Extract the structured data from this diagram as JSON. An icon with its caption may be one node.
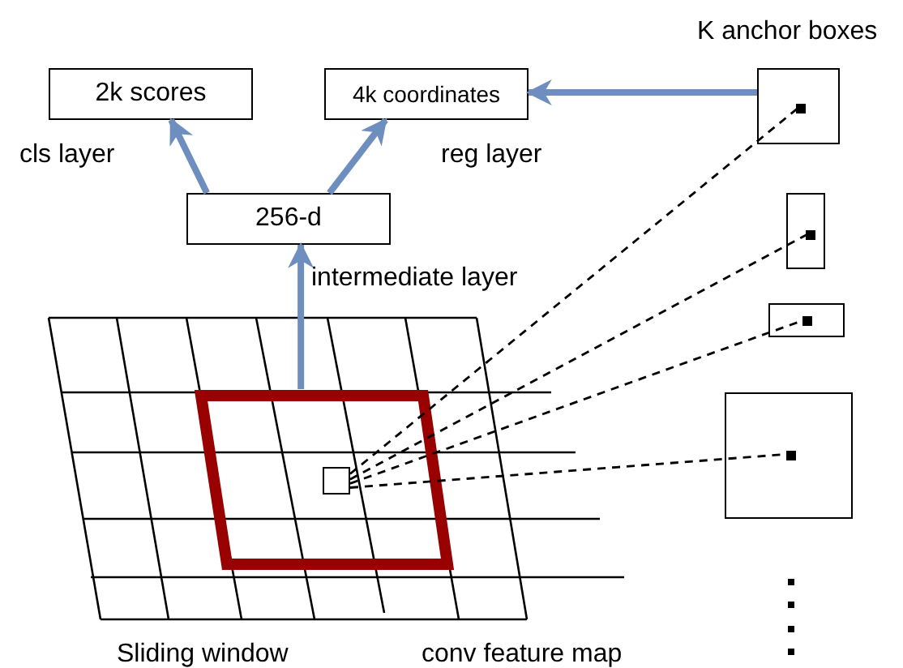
{
  "diagram": {
    "nodes": [
      {
        "text": [
          "2k scores"
        ]
      },
      {
        "text": [
          "4k coordinates"
        ]
      },
      {
        "text": [
          "256-d"
        ]
      },
      {
        "text": [],
        "shape": "picture",
        "beside": [
          "conv feature map"
        ]
      },
      {
        "text": [],
        "shape": "box",
        "in": 3,
        "beside": [
          "Sliding window"
        ]
      },
      {
        "text": [],
        "shape": "box",
        "in": 4
      },
      {
        "text": [],
        "shape": "box"
      },
      {
        "text": [],
        "shape": "box"
      },
      {
        "text": [],
        "shape": "box"
      },
      {
        "text": [],
        "shape": "box"
      }
    ],
    "edges": [
      {
        "from": 2,
        "to": 0,
        "arrow": "to",
        "label": "cls layer",
        "style": "thick",
        "color": "#6d8ebf"
      },
      {
        "from": 2,
        "to": 1,
        "arrow": "to",
        "label": "reg layer",
        "style": "thick",
        "color": "#6d8ebf"
      },
      {
        "from": 4,
        "to": 2,
        "arrow": "to",
        "label": "intermediate layer",
        "style": "thick",
        "color": "#6d8ebf"
      },
      {
        "from": 6,
        "to": 1,
        "arrow": "to",
        "style": "thick",
        "color": "#6d8ebf"
      },
      {
        "from": 5,
        "to": 6,
        "arrow": "none",
        "style": "dashed",
        "color": "#000000"
      },
      {
        "from": 5,
        "to": 7,
        "arrow": "none",
        "style": "dashed",
        "color": "#000000"
      },
      {
        "from": 5,
        "to": 8,
        "arrow": "none",
        "style": "dashed",
        "color": "#000000"
      },
      {
        "from": 5,
        "to": 9,
        "arrow": "none",
        "style": "dashed",
        "color": "#000000"
      }
    ],
    "labels": [
      "K anchor boxes"
    ]
  }
}
